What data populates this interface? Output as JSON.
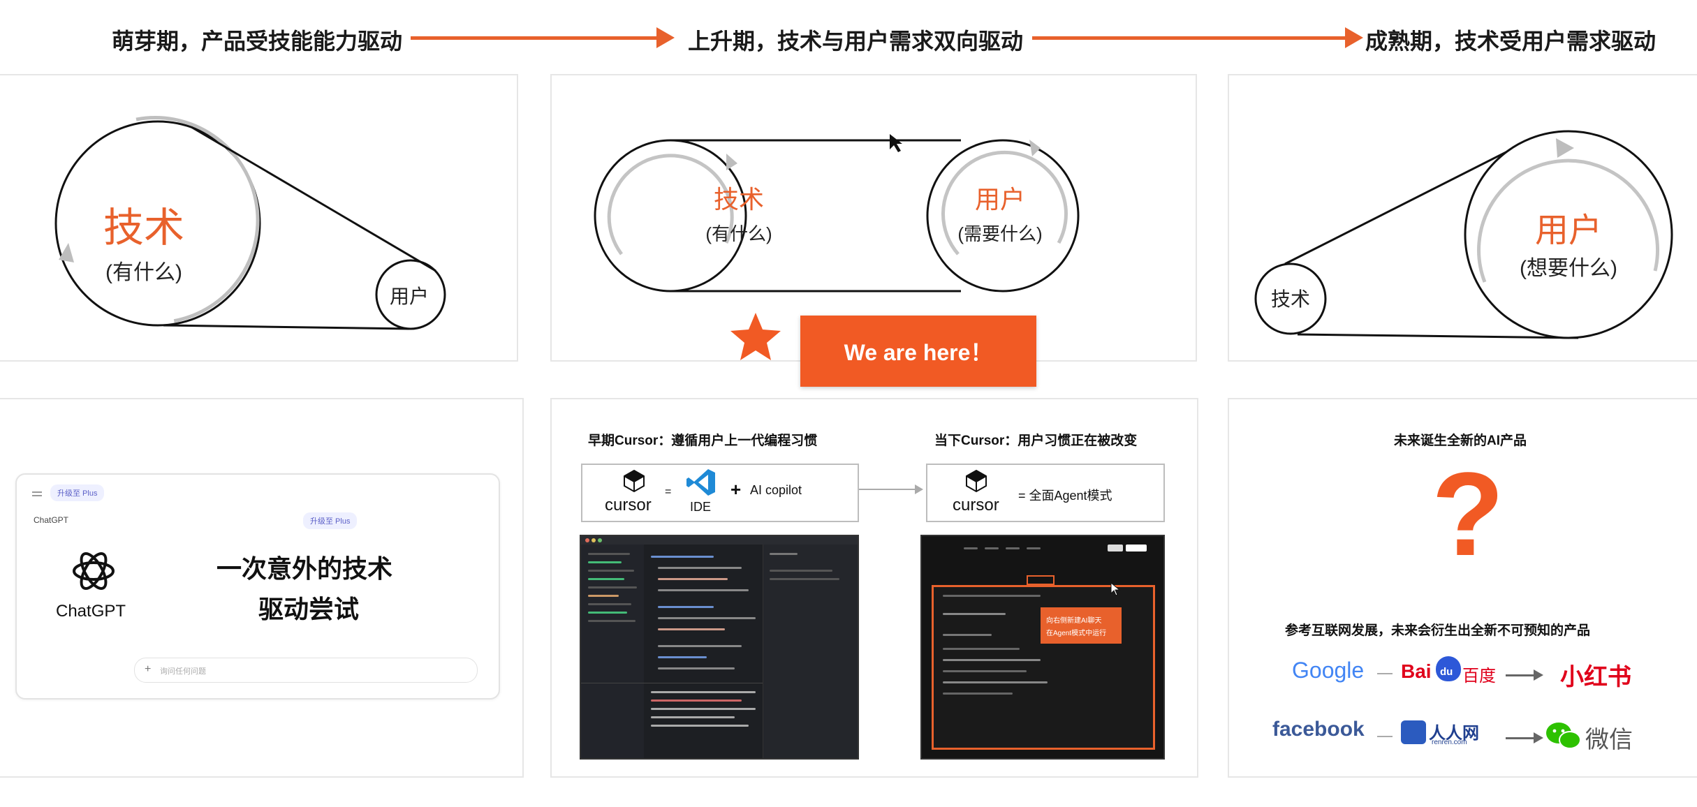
{
  "stages": {
    "stage1": "萌芽期，产品受技能能力驱动",
    "stage2": "上升期，技术与用户需求双向驱动",
    "stage3": "成熟期，技术受用户需求驱动"
  },
  "colors": {
    "accent": "#e8612c",
    "button": "#f15a24",
    "text": "#1a1a1a"
  },
  "diagrams": {
    "d1": {
      "big_label": "技术",
      "big_sub": "(有什么)",
      "small_label": "用户"
    },
    "d2": {
      "left_label": "技术",
      "left_sub": "(有什么)",
      "right_label": "用户",
      "right_sub": "(需要什么)"
    },
    "d3": {
      "small_label": "技术",
      "big_label": "用户",
      "big_sub": "(想要什么)"
    }
  },
  "here_button": "We are here！",
  "chatgpt_panel": {
    "upgrade_badge_1": "升级至 Plus",
    "model_label": "ChatGPT",
    "upgrade_badge_2": "升级至 Plus",
    "logo_text": "ChatGPT",
    "headline_1": "一次意外的技术",
    "headline_2": "驱动尝试",
    "input_placeholder": "询问任何问题"
  },
  "cursor_panel": {
    "early_title": "早期Cursor：遵循用户上一代编程习惯",
    "current_title": "当下Cursor：用户习惯正在被改变",
    "cursor_word": "cursor",
    "eq": "=",
    "ide_label": "IDE",
    "plus": "+",
    "ai_copilot": "AI copilot",
    "agent_mode": "= 全面Agent模式",
    "popup_text_1": "向右侧新建AI聊天",
    "popup_text_2": "在Agent模式中运行"
  },
  "future_panel": {
    "title": "未来诞生全新的AI产品",
    "question": "?",
    "note": "参考互联网发展，未来会衍生出全新不可预知的产品",
    "logos": {
      "google": "Google",
      "baidu_a": "Bai",
      "baidu_b": "du",
      "baidu_c": "百度",
      "xiaohongshu": "小红书",
      "facebook": "facebook",
      "renren": "人人网",
      "renren_url": "renren.com",
      "weixin": "微信"
    }
  }
}
